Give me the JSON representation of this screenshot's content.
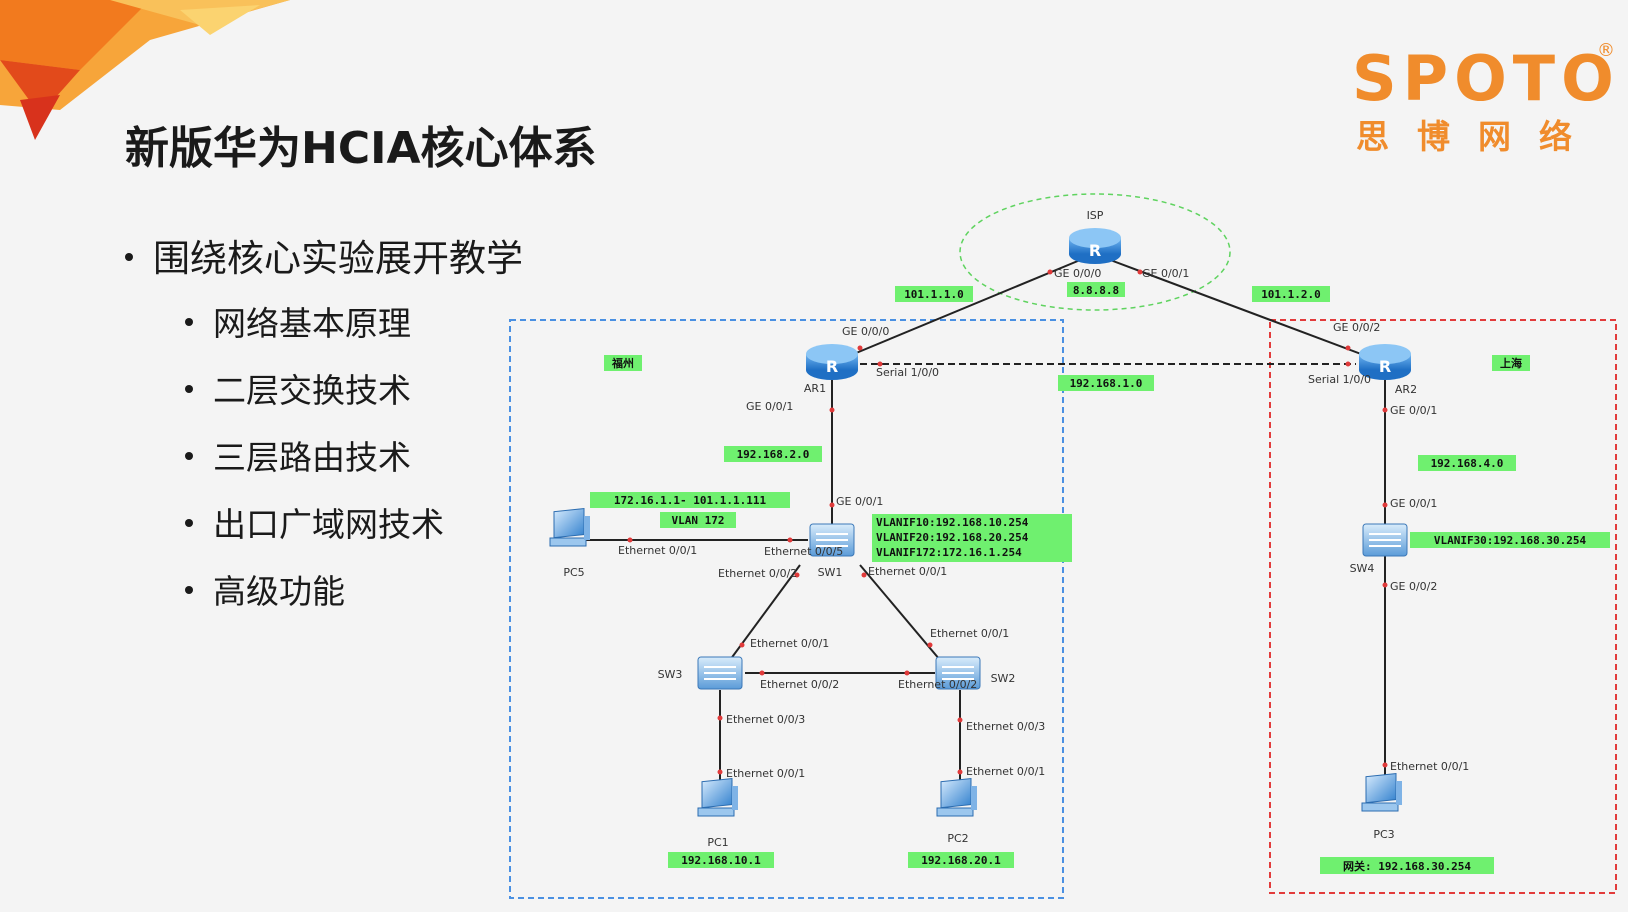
{
  "slide": {
    "title": "新版华为HCIA核心体系",
    "main_bullet": "围绕核心实验展开教学",
    "sub_bullets": [
      "网络基本原理",
      "二层交换技术",
      "三层路由技术",
      "出口广域网技术",
      "高级功能"
    ]
  },
  "logo": {
    "brand": "SPOTO",
    "reg_mark": "®",
    "chinese": "思博网络"
  },
  "colors": {
    "logo_orange": "#f08c2c",
    "label_green": "#6ff06f",
    "area_blue": "#4a90e2",
    "area_red": "#e23b3b",
    "isp_green": "#5fd35f"
  },
  "diagram": {
    "devices": {
      "isp": "ISP",
      "ar1": "AR1",
      "ar2": "AR2",
      "sw1": "SW1",
      "sw2": "SW2",
      "sw3": "SW3",
      "sw4": "SW4",
      "pc1": "PC1",
      "pc2": "PC2",
      "pc3": "PC3",
      "pc5": "PC5"
    },
    "areas": {
      "left": "福州",
      "right": "上海"
    },
    "subnets": {
      "isp_ar1": "101.1.1.0",
      "isp_ar2": "101.1.2.0",
      "isp_loopback": "8.8.8.8",
      "serial": "192.168.1.0",
      "ar1_sw1": "192.168.2.0",
      "ar2_sw4": "192.168.4.0"
    },
    "nat": "172.16.1.1- 101.1.1.111",
    "vlan": "VLAN 172",
    "sw1_vlanif": [
      "VLANIF10:192.168.10.254",
      "VLANIF20:192.168.20.254",
      "VLANIF172:172.16.1.254"
    ],
    "sw4_vlanif": "VLANIF30:192.168.30.254",
    "pc1_ip": "192.168.10.1",
    "pc2_ip": "192.168.20.1",
    "pc3_gateway": "网关: 192.168.30.254",
    "ports": {
      "isp_ge000": "GE 0/0/0",
      "isp_ge001": "GE 0/0/1",
      "ar1_ge000": "GE 0/0/0",
      "ar1_serial": "Serial 1/0/0",
      "ar1_ge001": "GE 0/0/1",
      "ar2_ge002": "GE 0/0/2",
      "ar2_serial": "Serial 1/0/0",
      "ar2_ge001": "GE 0/0/1",
      "sw1_ge001": "GE 0/0/1",
      "sw1_e005": "Ethernet 0/0/5",
      "sw1_e002": "Ethernet 0/0/2",
      "sw1_e001": "Ethernet 0/0/1",
      "pc5_e001": "Ethernet 0/0/1",
      "sw3_e001": "Ethernet 0/0/1",
      "sw3_e002": "Ethernet 0/0/2",
      "sw3_e003": "Ethernet 0/0/3",
      "pc1_e001": "Ethernet 0/0/1",
      "sw2_e001": "Ethernet 0/0/1",
      "sw2_e002": "Ethernet 0/0/2",
      "sw2_e003": "Ethernet 0/0/3",
      "pc2_e001": "Ethernet 0/0/1",
      "sw4_ge001": "GE 0/0/1",
      "sw4_ge002": "GE 0/0/2",
      "pc3_e001": "Ethernet 0/0/1"
    }
  }
}
